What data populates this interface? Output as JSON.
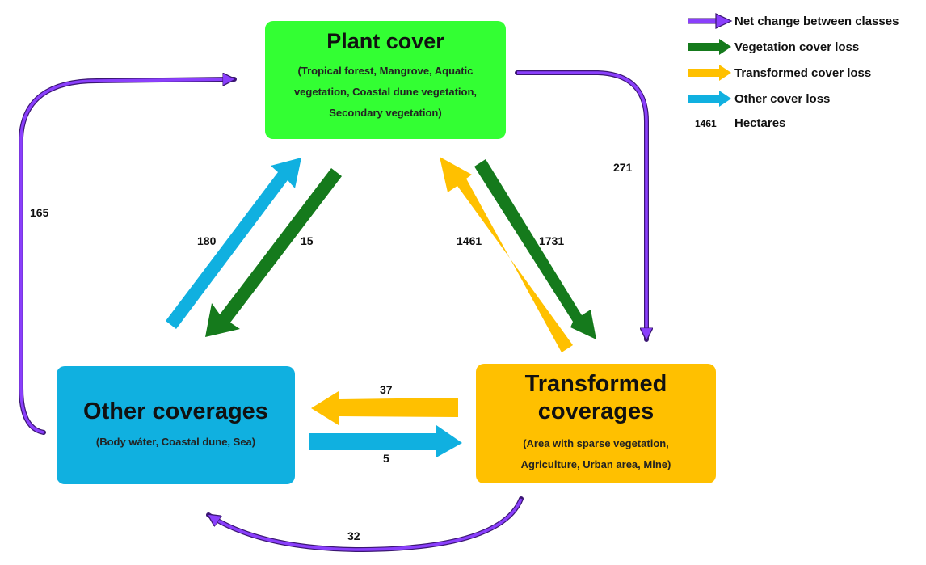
{
  "boxes": {
    "plant": {
      "title": "Plant cover",
      "lines": [
        "(Tropical forest, Mangrove, Aquatic",
        "vegetation, Coastal dune vegetation,",
        "Secondary vegetation)"
      ]
    },
    "other": {
      "title": "Other coverages",
      "lines": [
        "(Body wáter, Coastal dune, Sea)"
      ]
    },
    "transformed": {
      "title_lines": [
        "Transformed",
        "coverages"
      ],
      "lines": [
        "(Area with sparse vegetation,",
        "Agriculture, Urban area, Mine)"
      ]
    }
  },
  "flows": {
    "other_to_plant": "180",
    "plant_to_other": "15",
    "trans_to_plant": "1461",
    "plant_to_trans": "1731",
    "trans_to_other": "37",
    "other_to_trans": "5",
    "net_other_to_plant": "165",
    "net_plant_to_trans": "271",
    "net_trans_to_other": "32"
  },
  "legend": [
    {
      "label": "Net change between classes",
      "kind": "net"
    },
    {
      "label": "Vegetation cover loss",
      "kind": "veg"
    },
    {
      "label": "Transformed cover loss",
      "kind": "trans"
    },
    {
      "label": "Other cover loss",
      "kind": "other"
    },
    {
      "label": "Hectares",
      "sample": "1461",
      "kind": "value"
    }
  ],
  "colors": {
    "net": "#8a3ffc",
    "net_outline": "#3b1673",
    "vegetation_loss": "#157a1c",
    "transformed_loss": "#ffc000",
    "other_loss": "#10b0e0",
    "plant_box": "#33ff33",
    "other_box": "#10b0e0",
    "transformed_box": "#ffc000"
  }
}
